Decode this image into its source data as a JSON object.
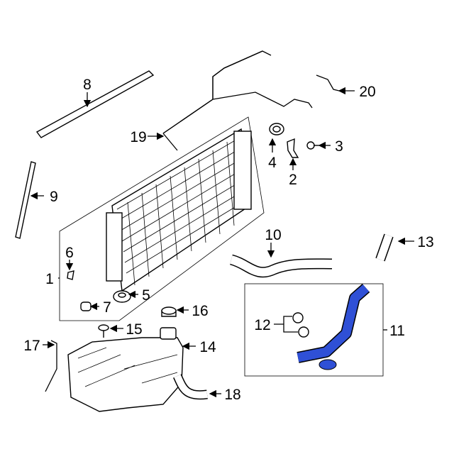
{
  "diagram": {
    "title": "Radiator & Components parts diagram",
    "highlight_color": "#2f50d6",
    "callouts": {
      "c1": "1",
      "c2": "2",
      "c3": "3",
      "c4": "4",
      "c5": "5",
      "c6": "6",
      "c7": "7",
      "c8": "8",
      "c9": "9",
      "c10": "10",
      "c11": "11",
      "c12": "12",
      "c13": "13",
      "c14": "14",
      "c15": "15",
      "c16": "16",
      "c17": "17",
      "c18": "18",
      "c19": "19",
      "c20": "20"
    }
  }
}
